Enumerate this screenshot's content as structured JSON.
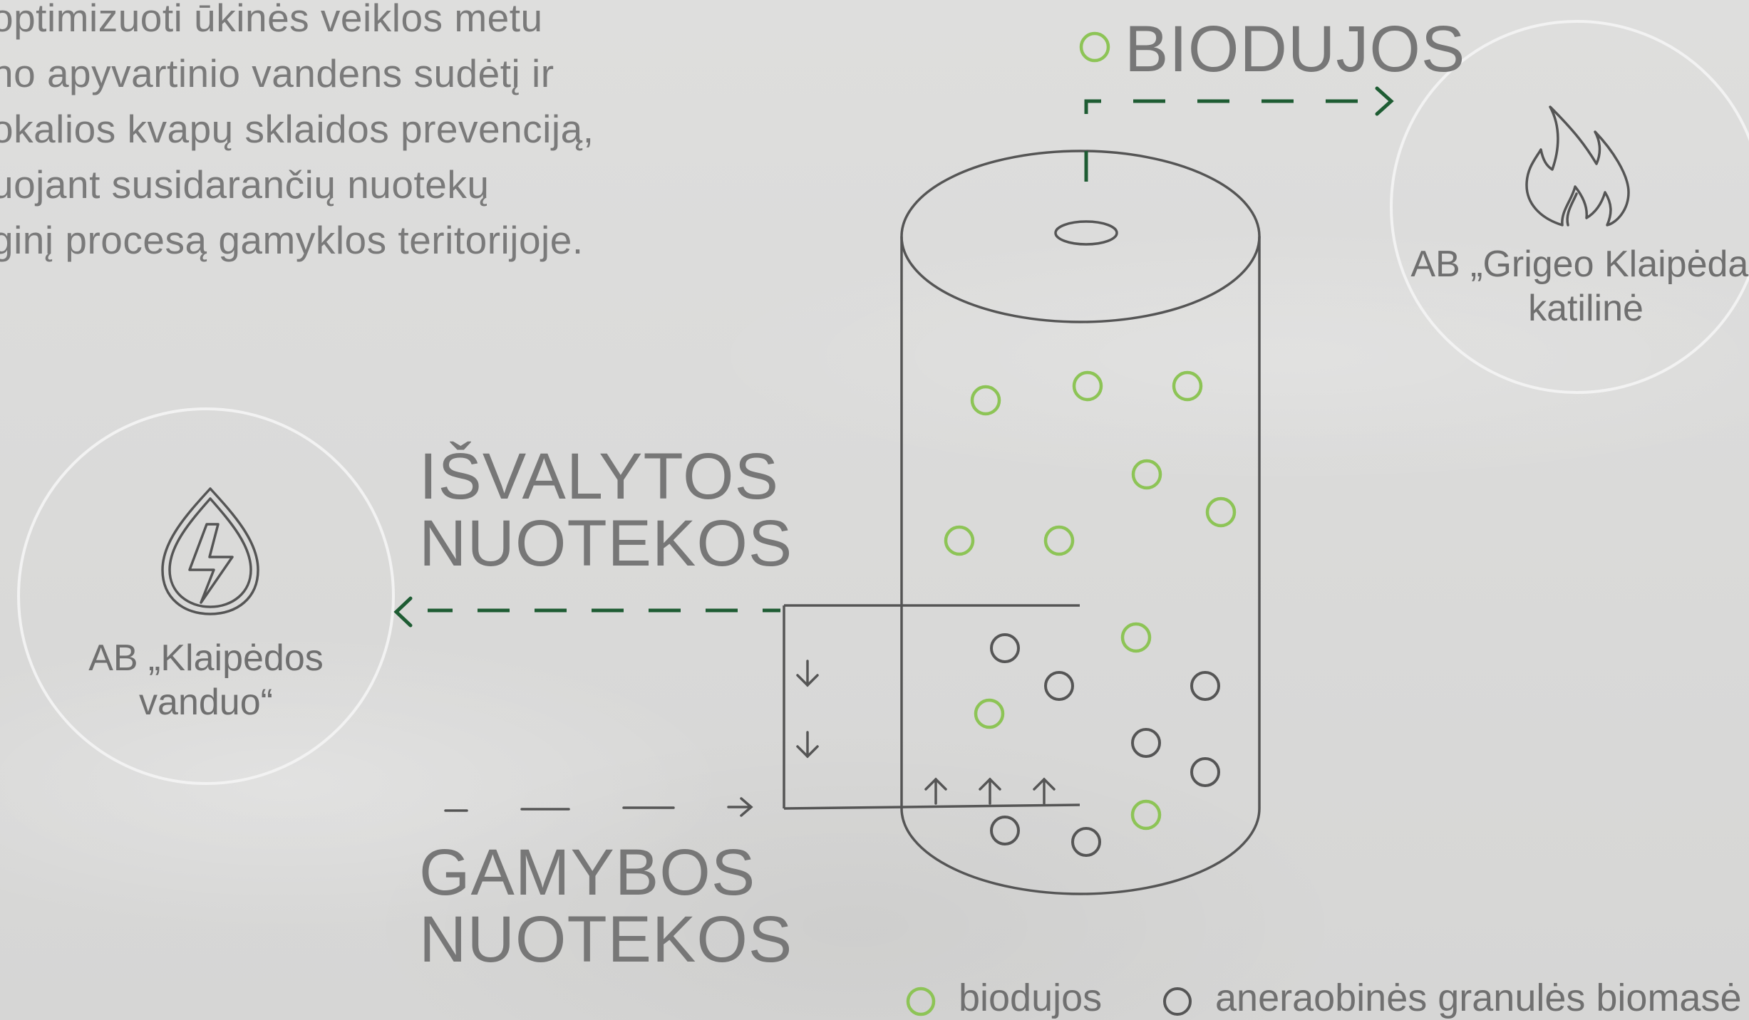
{
  "intro": {
    "lines": [
      "optimizuoti ūkinės veiklos metu",
      "no apyvartinio vandens sudėtį ir",
      "okalios kvapų sklaidos prevenciją,",
      "uojant susidarančių nuotekų",
      "ginį procesą gamyklos teritorijoje."
    ]
  },
  "biogas_label": "BIODUJOS",
  "cleaned": {
    "line1": "IŠVALYTOS",
    "line2": "NUOTEKOS"
  },
  "production": {
    "line1": "GAMYBOS",
    "line2": "NUOTEKOS"
  },
  "boiler": {
    "line1": "AB „Grigeo Klaipėda“",
    "line2": "katilinė",
    "icon": "flame-icon"
  },
  "water": {
    "line1": "AB „Klaipėdos",
    "line2": "vanduo“",
    "icon": "water-drop-lightning-icon"
  },
  "legend": {
    "biogas": "biodujos",
    "granules": "aneraobinės granulės biomasė"
  },
  "colors": {
    "green_circle": "#8dc456",
    "dark_green_arrow": "#1e5c33",
    "outline": "#555555",
    "white_circle": "#f2f2f2"
  }
}
